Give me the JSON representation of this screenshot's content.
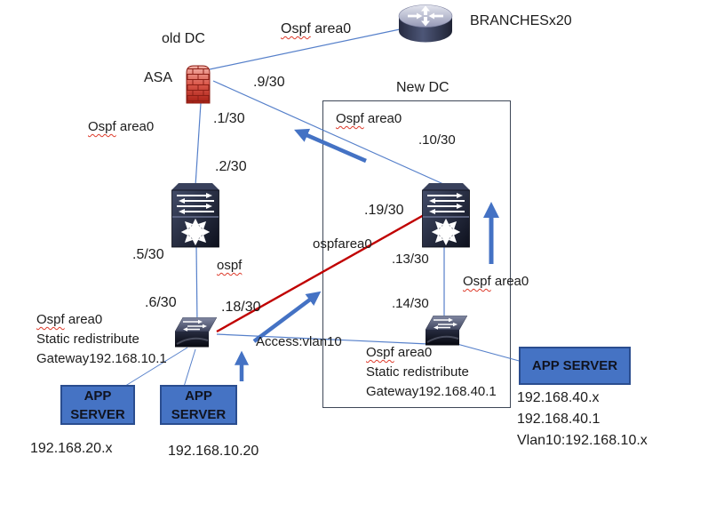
{
  "nodes": {
    "old_dc": "old DC",
    "new_dc": "New DC",
    "branches": "BRANCHESx20",
    "asa": "ASA"
  },
  "shared": {
    "ospf_area0": {
      "word": "Ospf",
      "rest": " area0"
    },
    "ospf": "ospf",
    "ospfarea0": "ospfarea0",
    "access_vlan10": "Access:vlan10"
  },
  "ports": {
    "p9": ".9/30",
    "p1": ".1/30",
    "p10": ".10/30",
    "p2": ".2/30",
    "p19": ".19/30",
    "p5": ".5/30",
    "p13": ".13/30",
    "p6": ".6/30",
    "p18": ".18/30",
    "p14": ".14/30"
  },
  "left_notes": {
    "ospf_word": "Ospf",
    "ospf_rest": " area0",
    "line2": "Static redistribute",
    "line3": "Gateway192.168.10.1"
  },
  "right_notes": {
    "ospf_word": "Ospf",
    "ospf_rest": " area0",
    "line2": "Static redistribute",
    "line3": "Gateway192.168.40.1"
  },
  "servers": {
    "two_line": {
      "line1": "APP",
      "line2": "SERVER"
    },
    "one_line": "APP SERVER"
  },
  "addresses": {
    "left_a": "192.168.20.x",
    "left_b": "192.168.10.20",
    "right_a": "192.168.40.x",
    "right_b": "192.168.40.1",
    "right_c": "Vlan10:192.168.10.x"
  },
  "colors": {
    "link": "#4472C4",
    "red_link": "#C00000",
    "server_fill": "#4573C4",
    "server_border": "#2A4D8F",
    "squiggle": "#DD3A2A"
  }
}
